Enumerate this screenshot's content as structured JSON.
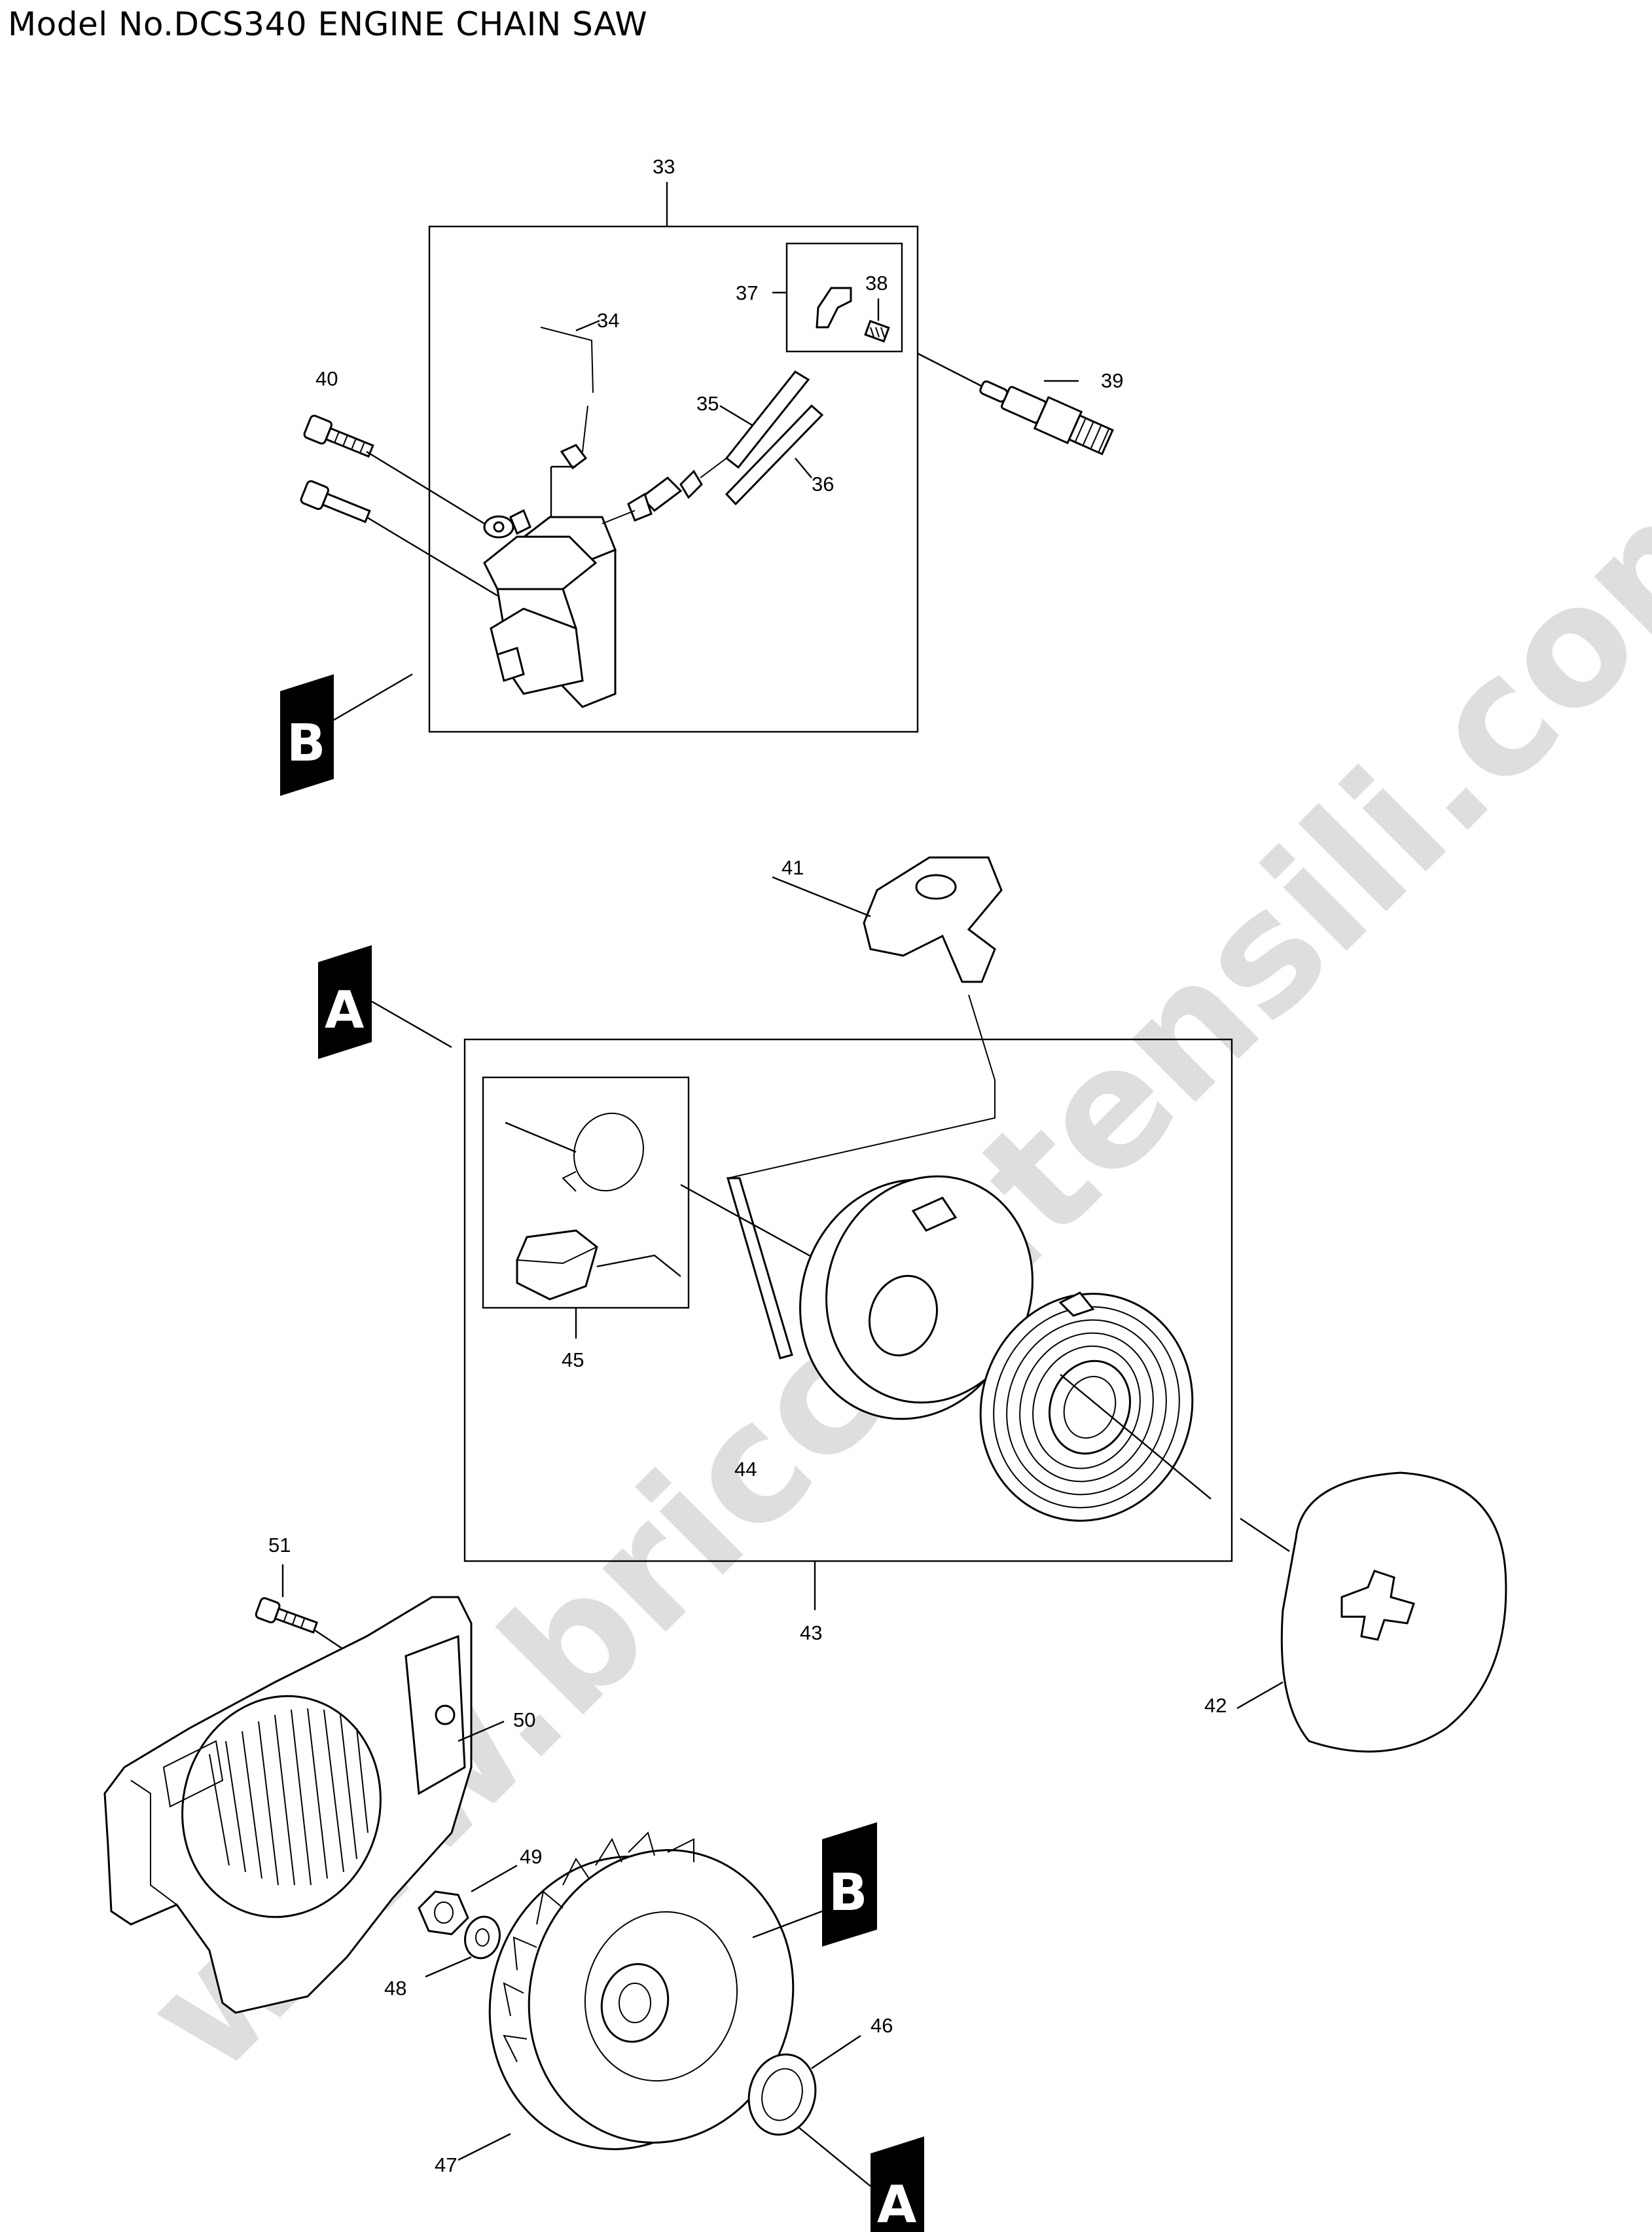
{
  "title": "Model No.DCS340 ENGINE CHAIN SAW",
  "watermark": "www.briccoutensili.com",
  "view_tags": {
    "a": "A",
    "b": "B"
  },
  "parts": {
    "p33": "33",
    "p34": "34",
    "p35": "35",
    "p36": "36",
    "p37": "37",
    "p38": "38",
    "p39": "39",
    "p40": "40",
    "p41": "41",
    "p42": "42",
    "p43": "43",
    "p44": "44",
    "p45": "45",
    "p46": "46",
    "p47": "47",
    "p48": "48",
    "p49": "49",
    "p50": "50",
    "p51": "51"
  }
}
